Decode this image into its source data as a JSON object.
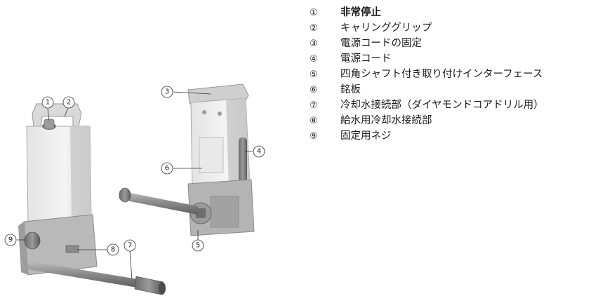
{
  "legend": [
    {
      "num": "①",
      "text": "非常停止"
    },
    {
      "num": "②",
      "text": "キャリンググリップ"
    },
    {
      "num": "③",
      "text": "電源コードの固定"
    },
    {
      "num": "④",
      "text": "電源コード"
    },
    {
      "num": "⑤",
      "text": "四角シャフト付き取り付けインターフェース"
    },
    {
      "num": "⑥",
      "text": "銘板"
    },
    {
      "num": "⑦",
      "text": "冷却水接続部（ダイヤモンドコアドリル用）"
    },
    {
      "num": "⑧",
      "text": "給水用冷却水接続部"
    },
    {
      "num": "⑨",
      "text": "固定用ネジ"
    }
  ],
  "callouts": [
    "1",
    "2",
    "3",
    "4",
    "5",
    "6",
    "7",
    "8",
    "9"
  ]
}
